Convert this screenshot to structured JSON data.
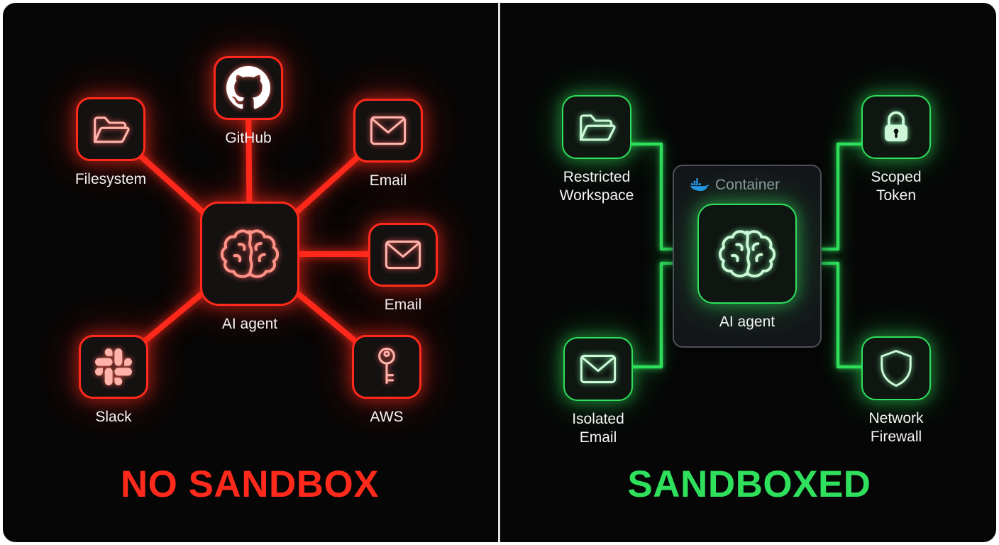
{
  "left": {
    "title": "NO SANDBOX",
    "agent_label": "AI agent",
    "nodes": {
      "filesystem": {
        "label": "Filesystem",
        "icon": "folder-icon"
      },
      "github": {
        "label": "GitHub",
        "icon": "github-icon"
      },
      "email_top": {
        "label": "Email",
        "icon": "envelope-icon"
      },
      "email_right": {
        "label": "Email",
        "icon": "envelope-icon"
      },
      "slack": {
        "label": "Slack",
        "icon": "slack-icon"
      },
      "aws": {
        "label": "AWS",
        "icon": "key-icon"
      }
    }
  },
  "right": {
    "title": "SANDBOXED",
    "container_label": "Container",
    "agent_label": "AI agent",
    "nodes": {
      "restricted_workspace": {
        "label": "Restricted Workspace",
        "icon": "folder-icon"
      },
      "scoped_token": {
        "label": "Scoped Token",
        "icon": "lock-icon"
      },
      "isolated_email": {
        "label": "Isolated Email",
        "icon": "envelope-icon"
      },
      "network_firewall": {
        "label": "Network Firewall",
        "icon": "shield-icon"
      }
    }
  },
  "colors": {
    "danger": "#ff2a1c",
    "danger_icon": "#ffb3ab",
    "safe": "#2fe05c",
    "safe_icon": "#cdf8d8",
    "docker_blue": "#2496ed",
    "divider": "#e3e3e3"
  }
}
